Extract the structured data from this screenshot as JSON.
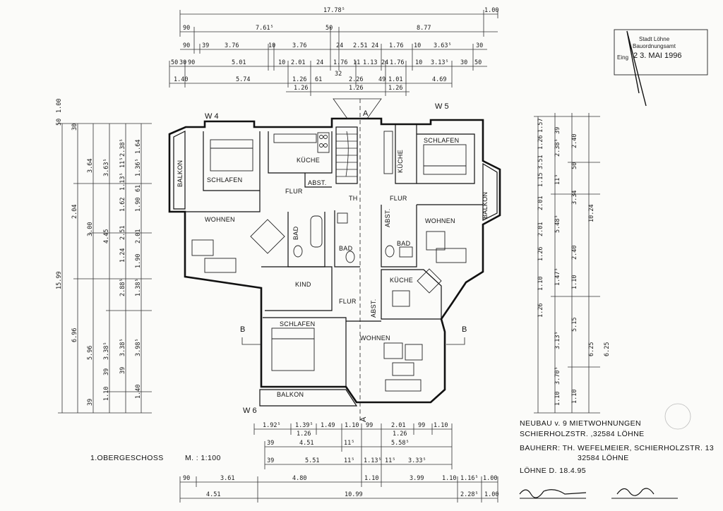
{
  "plan": {
    "title": "1.OBERGESCHOSS",
    "scale": "M. : 1:100",
    "apartments": {
      "w4": "W 4",
      "w5": "W 5",
      "w6": "W 6"
    },
    "section": {
      "a_top": "A",
      "a_bottom": "A",
      "b_left": "B",
      "b_right": "B"
    },
    "rooms": {
      "w4_schlafen": "SCHLAFEN",
      "w4_kueche": "KÜCHE",
      "w4_abst": "ABST.",
      "w4_flur": "FLUR",
      "w4_wohnen": "WOHNEN",
      "w4_balkon": "BALKON",
      "w4_bad": "BAD",
      "w4_bad2": "BAD",
      "w5_schlafen": "SCHLAFEN",
      "w5_kueche": "KÜCHE",
      "w5_flur": "FLUR",
      "w5_abst": "ABST.",
      "w5_wohnen": "WOHNEN",
      "w5_bad": "BAD",
      "w5_balkon": "BALKON",
      "th": "TH",
      "w6_kind": "KIND",
      "w6_flur": "FLUR",
      "w6_kueche": "KÜCHE",
      "w6_abst": "ABST.",
      "w6_schlafen": "SCHLAFEN",
      "w6_wohnen": "WOHNEN",
      "w6_balkon": "BALKON"
    }
  },
  "dims": {
    "top": {
      "r1": [
        "17.78⁵",
        "1.00"
      ],
      "r2": [
        "90",
        "7.61⁵",
        "50",
        "8.77"
      ],
      "r3": [
        "90",
        "39",
        "3.76",
        "10",
        "3.76",
        "24",
        "2.51",
        "24",
        "1.76",
        "10",
        "3.63⁵",
        "30"
      ],
      "r4": [
        "50",
        "30",
        "90",
        "5.01",
        "10",
        "2.01",
        "24",
        "1.76",
        "11",
        "1.13",
        "24",
        "1.76",
        "10",
        "3.13⁵",
        "30",
        "50"
      ],
      "r5": [
        "1.40",
        "5.74",
        "1.26",
        "61",
        "32",
        "2.26",
        "49",
        "1.01",
        "4.69"
      ],
      "r6": [
        "1.26",
        "1.26",
        "1.26"
      ]
    },
    "bottom": {
      "r1": [
        "1.92⁵",
        "1.39⁵",
        "1.49",
        "1.10",
        "99",
        "2.01",
        "99",
        "1.10"
      ],
      "r1b": [
        "1.26",
        "1.26"
      ],
      "r2": [
        "39",
        "4.51",
        "11⁵",
        "5.58⁵"
      ],
      "r3": [
        "39",
        "5.51",
        "11⁵",
        "1.13⁵",
        "11⁵",
        "3.33⁵"
      ],
      "r4": [
        "90",
        "3.61",
        "4.80",
        "1.10",
        "3.99",
        "1.10",
        "1.16⁵",
        "1.00"
      ],
      "r5": [
        "4.51",
        "10.99",
        "2.28⁵",
        "1.00"
      ]
    },
    "left": {
      "c1": [
        "50",
        "1.00",
        "15.99"
      ],
      "c2": [
        "30",
        "2.04",
        "6.96"
      ],
      "c3": [
        "3.64",
        "3.00",
        "5.96",
        "39"
      ],
      "c4": [
        "3.63⁵",
        "4.45",
        "3.38⁵",
        "39",
        "1.10"
      ],
      "c5": [
        "2.38⁵",
        "11⁵",
        "1.13⁵",
        "1.62",
        "2.51",
        "1.24",
        "2.88⁵",
        "3.38⁵",
        "39"
      ],
      "c6": [
        "1.64",
        "1.36⁵",
        "61",
        "1.90",
        "2.01",
        "1.90",
        "1.38⁵",
        "3.98⁵",
        "1.40"
      ]
    },
    "right": {
      "c1": [
        "1.57",
        "1.26",
        "3.51",
        "1.15",
        "2.01",
        "2.01",
        "1.26",
        "1.10",
        "1.26"
      ],
      "c2": [
        "39",
        "2.38⁵",
        "11⁵",
        "5.48⁵",
        "1.47⁵",
        "3.13⁵",
        "3.70⁵",
        "1.10"
      ],
      "c3": [
        "2.40",
        "50",
        "3.34",
        "2.40",
        "1.10",
        "5.15",
        "6.25",
        "1.10"
      ],
      "c4": [
        "10.24",
        "6.25"
      ]
    }
  },
  "info": {
    "line1": "NEUBAU v. 9 MIETWOHNUNGEN",
    "line2": "SCHIERHOLZSTR. ,32584 LÖHNE",
    "line3": "BAUHERR: TH. WEFELMEIER, SCHIERHOLZSTR. 13",
    "line4": "32584 LÖHNE",
    "line5": "LÖHNE D. 18.4.95"
  },
  "stamp": {
    "line1": "Stadt Löhne",
    "line2": "Bauordnungsamt",
    "prefix": "Eing",
    "date": "2 3. MAI 1996"
  },
  "signatures": [
    "R.S.B",
    "S.B"
  ],
  "colors": {
    "ink": "#111111",
    "paper": "#fbfbf9"
  }
}
